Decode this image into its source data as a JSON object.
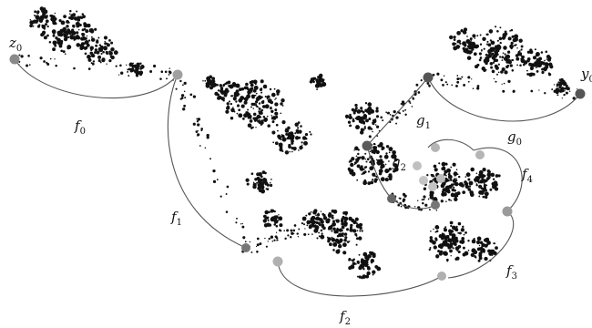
{
  "diagram": {
    "labels": [
      {
        "id": "z0",
        "base": "z",
        "sub": "0"
      },
      {
        "id": "y0",
        "base": "y",
        "sub": "0"
      },
      {
        "id": "f0",
        "base": "f",
        "sub": "0"
      },
      {
        "id": "f1",
        "base": "f",
        "sub": "1"
      },
      {
        "id": "f2",
        "base": "f",
        "sub": "2"
      },
      {
        "id": "f3",
        "base": "f",
        "sub": "3"
      },
      {
        "id": "f4",
        "base": "f",
        "sub": "4"
      },
      {
        "id": "g0",
        "base": "g",
        "sub": "0"
      },
      {
        "id": "g1",
        "base": "g",
        "sub": "1"
      },
      {
        "id": "g2",
        "base": "g",
        "sub": "2"
      }
    ],
    "colors": {
      "fractal": "#111111",
      "curve": "#555555",
      "node_light": "#b0b0b0",
      "node_mid": "#8a8a8a",
      "node_dark": "#555555"
    }
  }
}
